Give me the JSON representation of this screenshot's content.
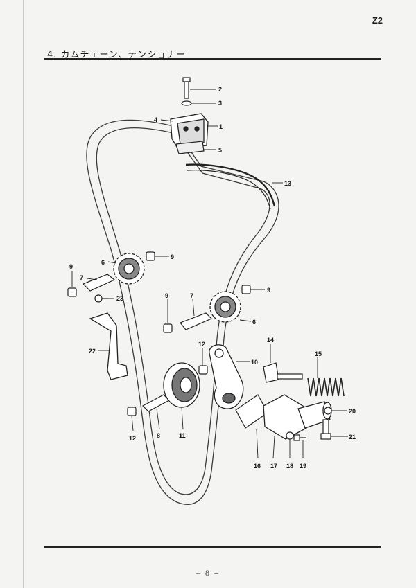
{
  "header": {
    "page_code": "Z2",
    "section_title": "4. カムチェーン、テンショナー"
  },
  "footer": {
    "page_number": "– 8 –"
  },
  "callouts": [
    {
      "id": "2",
      "part": "bolt"
    },
    {
      "id": "3",
      "part": "washer"
    },
    {
      "id": "4",
      "part": "chain-guide-bracket"
    },
    {
      "id": "1",
      "part": "chain-guide"
    },
    {
      "id": "5",
      "part": "guide-plate"
    },
    {
      "id": "13",
      "part": "cam-chain"
    },
    {
      "id": "9",
      "part": "damper-block"
    },
    {
      "id": "6",
      "part": "cam-sprocket"
    },
    {
      "id": "9",
      "part": "damper-block"
    },
    {
      "id": "7",
      "part": "chain-guide-shoe"
    },
    {
      "id": "23",
      "part": "screw"
    },
    {
      "id": "9",
      "part": "damper-block"
    },
    {
      "id": "7",
      "part": "chain-guide-shoe"
    },
    {
      "id": "9",
      "part": "damper-block"
    },
    {
      "id": "6",
      "part": "cam-sprocket"
    },
    {
      "id": "22",
      "part": "guide-bracket"
    },
    {
      "id": "12",
      "part": "damper-block"
    },
    {
      "id": "10",
      "part": "tensioner-arm"
    },
    {
      "id": "14",
      "part": "push-rod"
    },
    {
      "id": "15",
      "part": "spring"
    },
    {
      "id": "11",
      "part": "idler-wheel"
    },
    {
      "id": "20",
      "part": "nut"
    },
    {
      "id": "16",
      "part": "gasket"
    },
    {
      "id": "17",
      "part": "tensioner-body"
    },
    {
      "id": "18",
      "part": "washer"
    },
    {
      "id": "19",
      "part": "bolt"
    },
    {
      "id": "21",
      "part": "lock-bolt"
    },
    {
      "id": "12",
      "part": "damper-block"
    },
    {
      "id": "8",
      "part": "guide-shoe"
    },
    {
      "id": "11",
      "part": "idler-wheel"
    }
  ]
}
